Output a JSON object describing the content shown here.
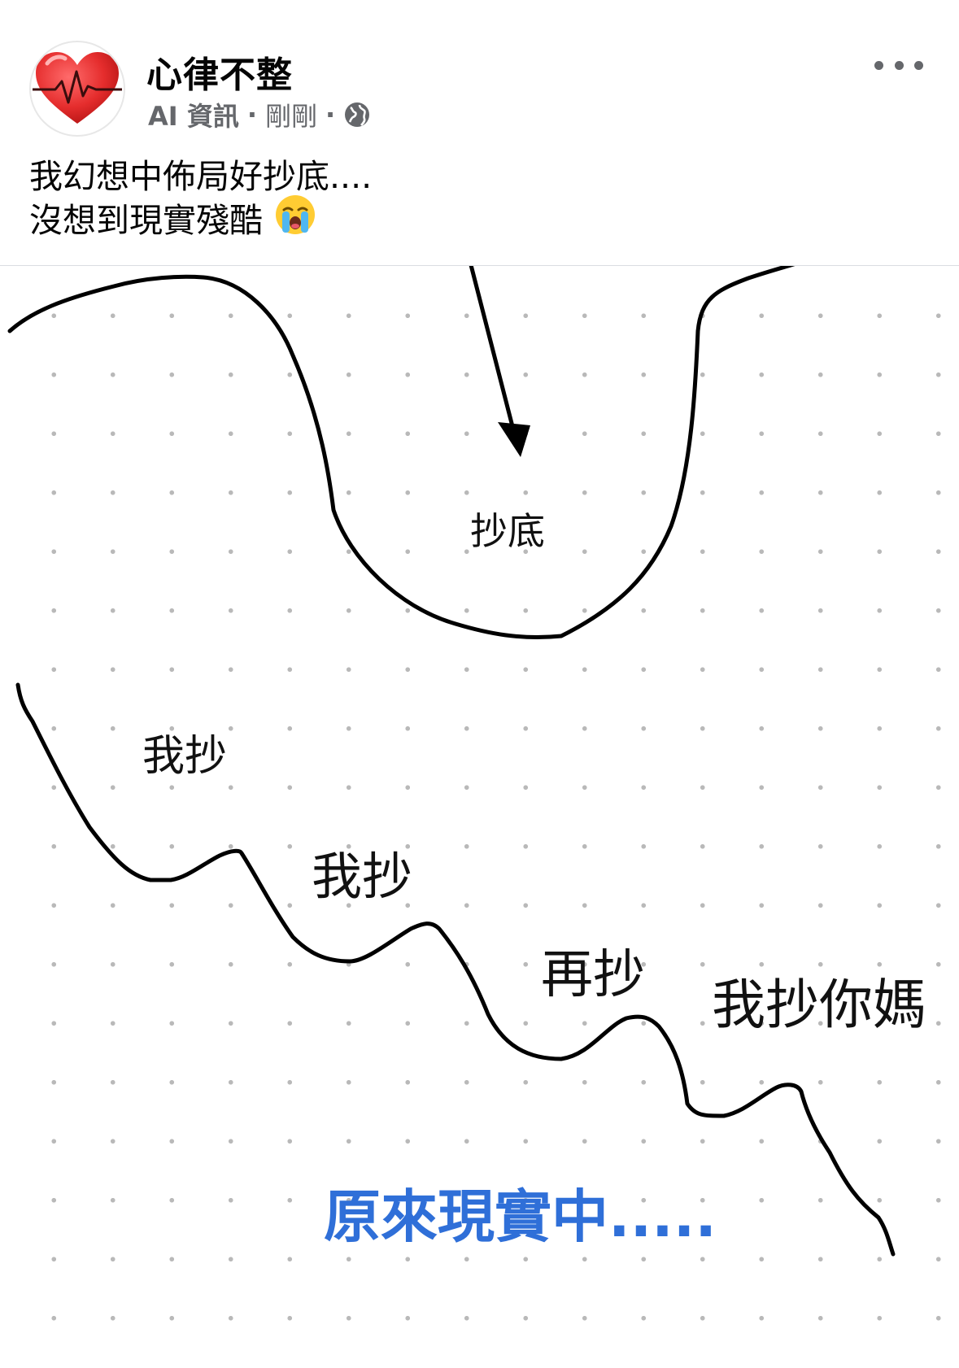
{
  "post": {
    "page_name": "心律不整",
    "meta": {
      "category": "AI 資訊",
      "separator": "·",
      "time": "剛剛",
      "audience_icon": "globe-icon"
    },
    "more_icon": "more-options-icon",
    "caption": {
      "line1": "我幻想中佈局好抄底....",
      "line2": "沒想到現實殘酷",
      "emoji": "loudly-crying-face-emoji"
    },
    "avatar_icon": "heart-heartbeat-logo"
  },
  "meme": {
    "top_label": "抄底",
    "labels": {
      "first": "我抄",
      "second": "我抄",
      "third": "再抄",
      "fourth": "我抄你媽"
    },
    "bottom_caption": "原來現實中.....",
    "colors": {
      "line": "#000000",
      "caption_blue": "#2f6fd8",
      "dots": "#b9b9b9"
    }
  }
}
